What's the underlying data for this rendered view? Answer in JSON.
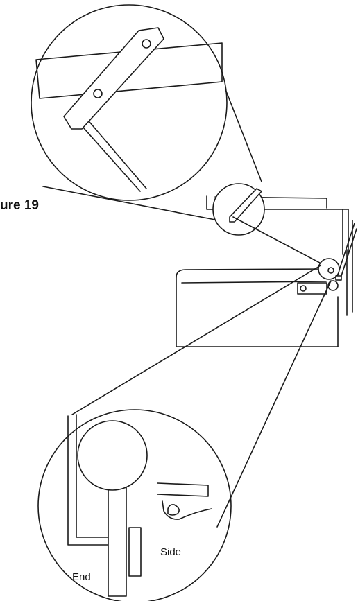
{
  "figure": {
    "label": "ure 19"
  },
  "callouts": {
    "side": "Side",
    "end": "End"
  }
}
